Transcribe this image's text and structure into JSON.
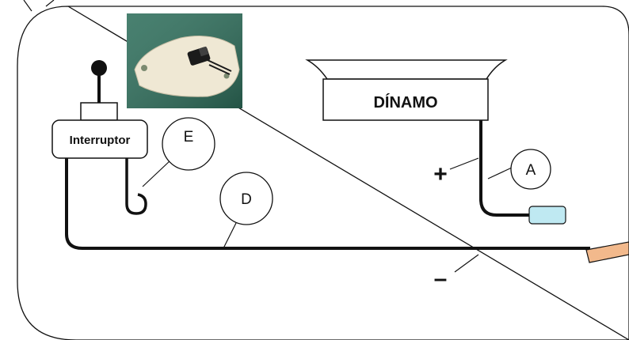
{
  "diagram": {
    "dynamo_label": "DÍNAMO",
    "switch_label": "Interruptor",
    "callouts": {
      "a": "A",
      "d": "D",
      "e": "E"
    },
    "polarity": {
      "positive": "+",
      "negative": "–"
    },
    "colors": {
      "wire": "#111111",
      "photo_background": "#2f6f5c",
      "photo_plate": "#efe8d4",
      "positive_terminal": "#bfe9f2",
      "negative_terminal": "#f2b98c"
    }
  }
}
